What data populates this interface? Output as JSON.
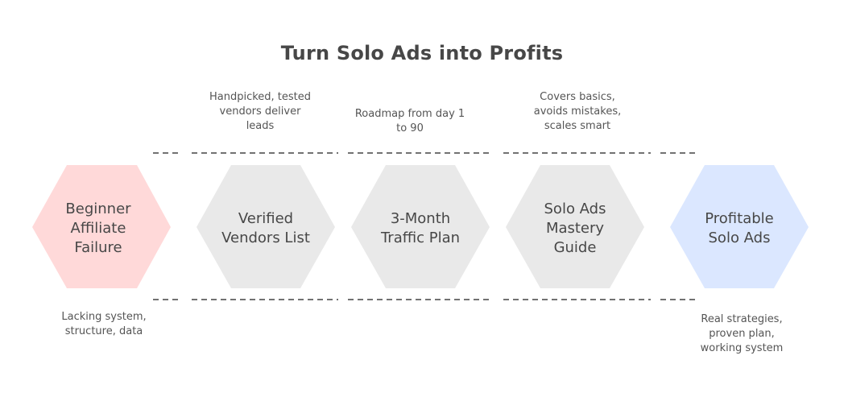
{
  "title": "Turn Solo Ads into Profits",
  "colors": {
    "start_fill": "#ffd9d9",
    "step_fill": "#e9e9e9",
    "end_fill": "#dbe7ff",
    "dash": "#444444",
    "text": "#474747"
  },
  "stages": [
    {
      "label": "Beginner\nAffiliate\nFailure",
      "note": "Lacking system,\nstructure, data"
    },
    {
      "label": "Verified\nVendors List",
      "note": "Handpicked, tested\nvendors deliver\nleads"
    },
    {
      "label": "3-Month\nTraffic Plan",
      "note": "Roadmap from day 1\nto 90"
    },
    {
      "label": "Solo Ads\nMastery\nGuide",
      "note": "Covers basics,\navoids mistakes,\nscales smart"
    },
    {
      "label": "Profitable\nSolo Ads",
      "note": "Real strategies,\nproven plan,\nworking system"
    }
  ]
}
